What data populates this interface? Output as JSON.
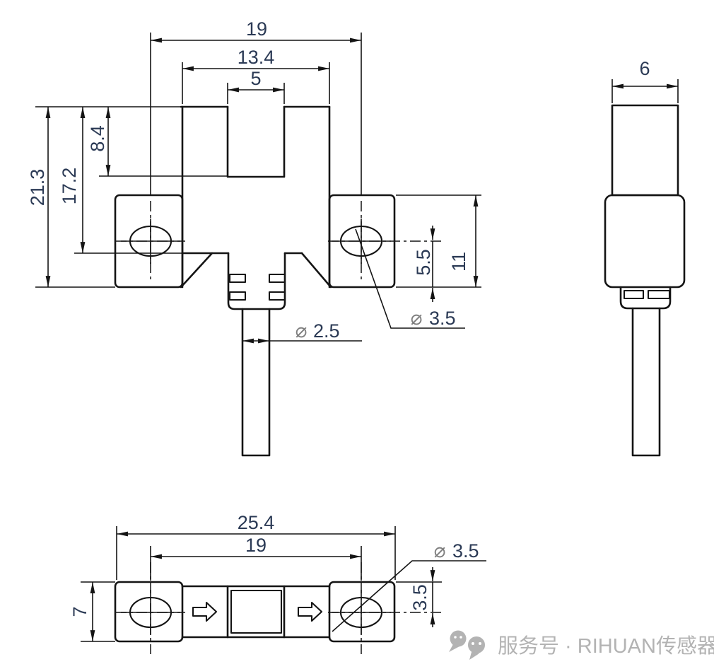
{
  "drawing": {
    "front": {
      "hole_pitch": "19",
      "head_width": "13.4",
      "slot_width": "5",
      "slot_depth": "8.4",
      "step_height": "17.2",
      "overall_height": "21.3",
      "hole_to_bottom": "5.5",
      "base_height": "11",
      "hole_dia": "3.5",
      "cable_dia": "2.5"
    },
    "side": {
      "width": "6"
    },
    "bottom": {
      "overall_width": "25.4",
      "hole_pitch": "19",
      "depth": "7",
      "hole_to_edge": "3.5",
      "hole_dia": "3.5"
    }
  },
  "symbols": {
    "diameter": "⌀"
  },
  "watermark": {
    "text": "服务号 · RIHUAN传感器"
  },
  "colors": {
    "background": "#ffffff",
    "line": "#141414",
    "dim_text": "#2b3a55",
    "diameter_symbol": "#7f7f7f",
    "watermark": "#b3b3b3"
  }
}
